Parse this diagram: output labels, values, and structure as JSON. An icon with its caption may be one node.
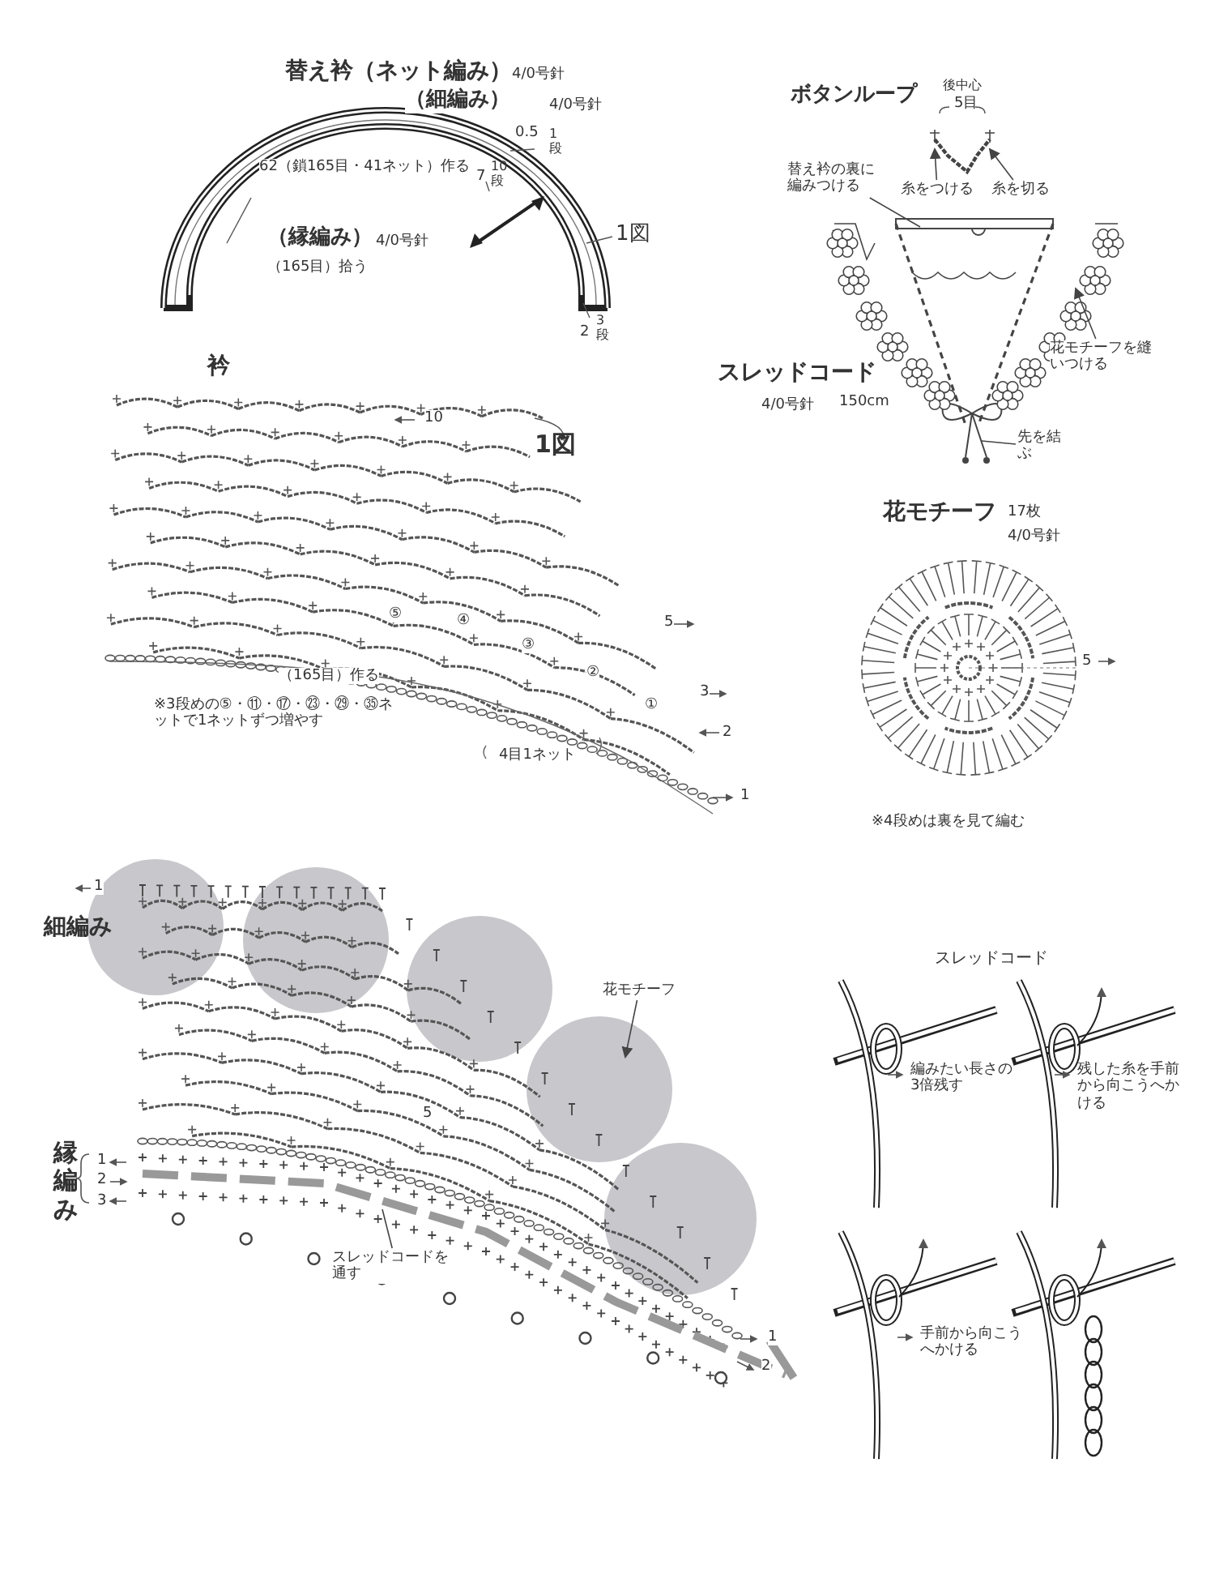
{
  "diagram": {
    "nodes": [
      {
        "text": [
          "替え衿の裏に編みつける"
        ]
      },
      {
        "text": [
          "糸をつける"
        ]
      },
      {
        "text": [
          "糸を切る"
        ]
      },
      {
        "text": [
          "花モチーフを縫いつける"
        ]
      },
      {
        "text": [
          "先を結ぶ"
        ]
      },
      {
        "text": [
          "花モチーフ"
        ]
      },
      {
        "text": [
          "スレッドコードを通す"
        ]
      }
    ],
    "edges": [
      {
        "from": 0,
        "to": null,
        "arrow": "none"
      },
      {
        "from": 1,
        "to": null,
        "arrow": "to"
      },
      {
        "from": 2,
        "to": null,
        "arrow": "to"
      },
      {
        "from": 3,
        "to": null,
        "arrow": "to"
      },
      {
        "from": 4,
        "to": null,
        "arrow": "none"
      },
      {
        "from": 5,
        "to": null,
        "arrow": "to"
      },
      {
        "from": 6,
        "to": null,
        "arrow": "none"
      }
    ],
    "labels": [
      "替え衿（ネット編み）",
      "4/0号針",
      "（細編み）",
      "4/0号針",
      "0.5",
      "1段",
      "62（鎖165目・41ネット）作る",
      "7",
      "10段",
      "1図",
      "（縁編み）",
      "4/0号針",
      "（165目）拾う",
      "2",
      "3段",
      "ボタンループ",
      "後中心",
      "5目",
      "スレッドコード",
      "4/0号針",
      "150cm",
      "衿",
      "10",
      "1図",
      "⑤",
      "④",
      "③",
      "②",
      "①",
      "5",
      "3",
      "2",
      "1",
      "（165目）作る",
      "※3段めの⑤・⑪・⑰・㉓・㉙・㉟ネットで1ネットずつ増やす",
      "4目1ネット",
      "花モチーフ",
      "17枚",
      "4/0号針",
      "5",
      "※4段めは裏を見て編む",
      "1",
      "細編み",
      "5",
      "縁編み",
      "1",
      "2",
      "3",
      "1",
      "2",
      "スレッドコード",
      "編みたい長さの3倍残す",
      "残した糸を手前から向こうへかける",
      "手前から向こうへかける"
    ]
  }
}
